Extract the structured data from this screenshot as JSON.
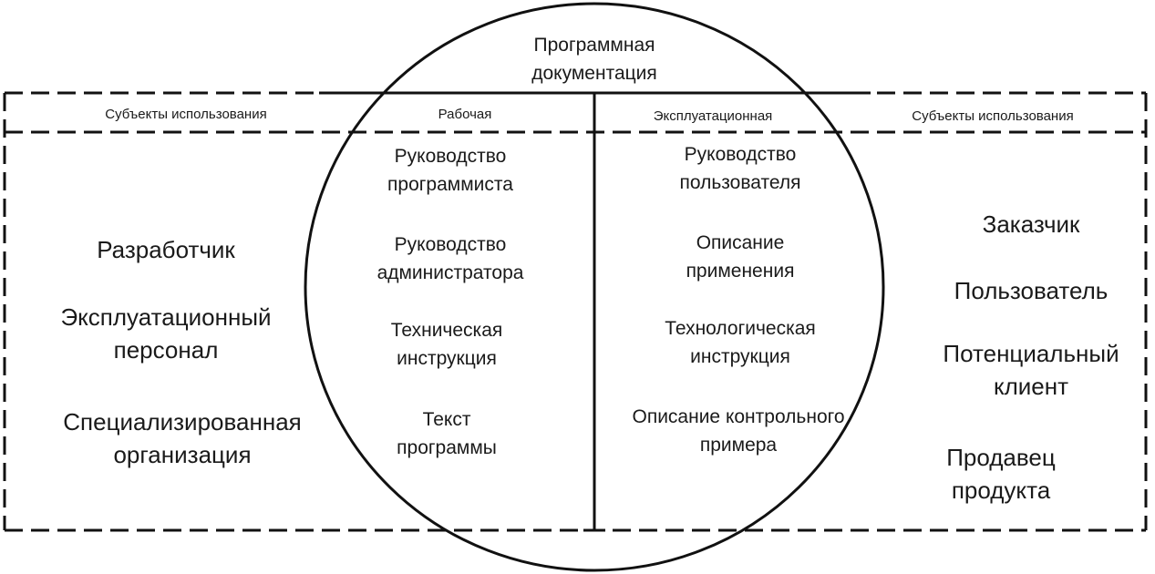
{
  "root": "Программная\nдокументация",
  "left_subjects_header": "Субъекты использования",
  "right_subjects_header": "Субъекты использования",
  "working": {
    "header": "Рабочая",
    "items": [
      "Руководство\nпрограммиста",
      "Руководство\nадминистратора",
      "Техническая\nинструкция",
      "Текст\nпрограммы"
    ]
  },
  "operational": {
    "header": "Эксплуатационная",
    "items": [
      "Руководство\nпользователя",
      "Описание\nприменения",
      "Технологическая\nинструкция",
      "Описание контрольного\nпримера"
    ]
  },
  "left_subjects": [
    "Разработчик",
    "Эксплуатационный\nперсонал",
    "Специализированная\nорганизация"
  ],
  "right_subjects": [
    "Заказчик",
    "Пользователь",
    "Потенциальный\nклиент",
    "Продавец продукта"
  ]
}
